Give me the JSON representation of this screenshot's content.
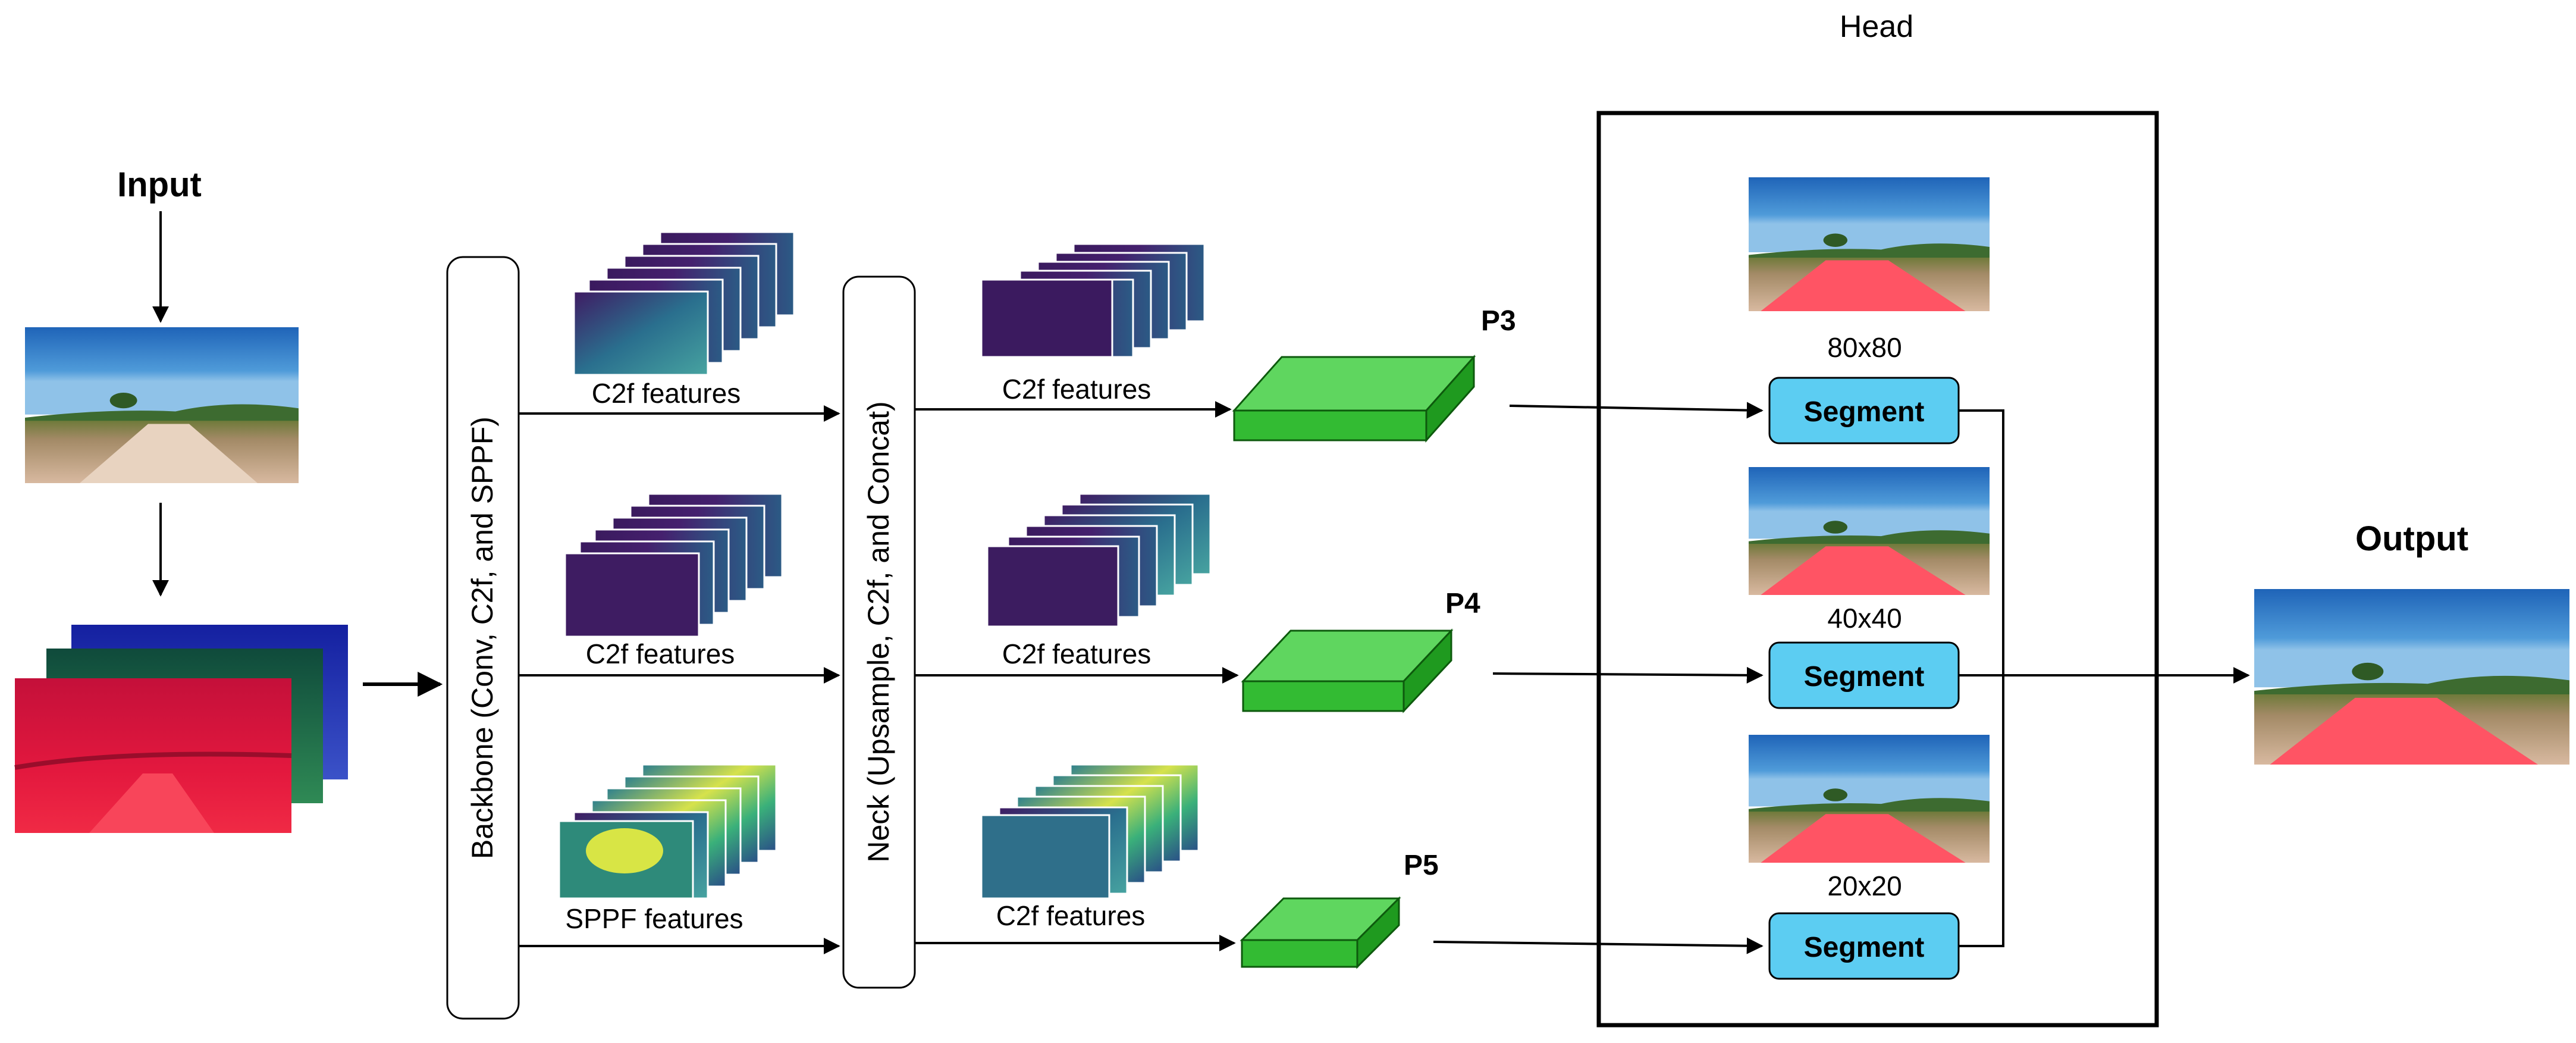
{
  "labels": {
    "input": "Input",
    "output": "Output",
    "head": "Head",
    "backbone": "Backbone (Conv, C2f, and SPPF)",
    "neck": "Neck (Upsample, C2f, and Concat)"
  },
  "backbone_features": [
    "C2f features",
    "C2f features",
    "SPPF features"
  ],
  "neck_features": [
    "C2f features",
    "C2f features",
    "C2f features"
  ],
  "pyramid": [
    "P3",
    "P4",
    "P5"
  ],
  "head_resolutions": [
    "80x80",
    "40x40",
    "20x20"
  ],
  "segment_label": "Segment",
  "colors": {
    "segment_fill": "#5ccdf2",
    "pyramid_block": "#34c534",
    "channel_red": "#d8143a",
    "channel_green": "#1f6a4e",
    "channel_blue": "#1e2fb0",
    "feature_purple": "#3f1b63",
    "mask_red": "#ff5060"
  }
}
